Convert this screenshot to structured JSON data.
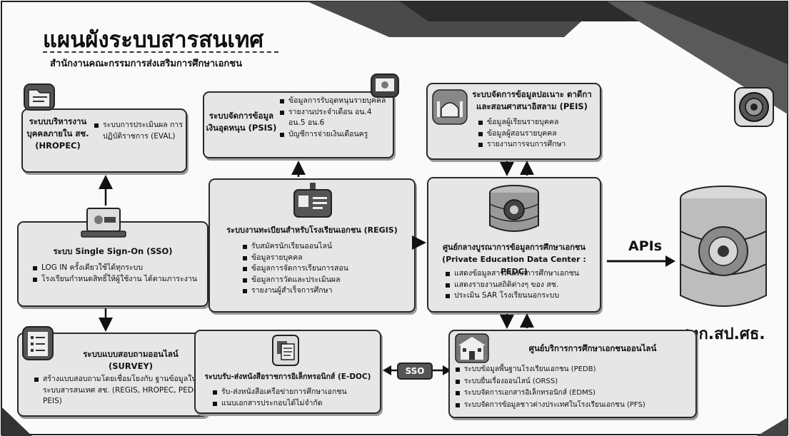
{
  "header": {
    "title": "แผนผังระบบสารสนเทศ",
    "subtitle": "สำนักงานคณะกรรมการส่งเสริมการศึกษาเอกชน"
  },
  "hropec": {
    "title_lines": [
      "ระบบบริหารงาน",
      "บุคคลภายใน สช.",
      "(HROPEC)"
    ],
    "items": [
      "ระบบการประเมินผล การปฏิบัติราชการ (EVAL)"
    ]
  },
  "psis": {
    "title_lines": [
      "ระบบจัดการข้อมูล",
      "เงินอุดหนุน (PSIS)"
    ],
    "items": [
      "ข้อมูลการรับอุดหนุนรายบุคคล",
      "รายงานประจำเดือน อน.4 อน.5 อน.6",
      "บัญชีการจ่ายเงินเดือนครู"
    ]
  },
  "peis": {
    "title_lines": [
      "ระบบจัดการข้อมูลปอเนาะ ตาดีกา",
      "และสอนศาสนาอิสลาม (PEIS)"
    ],
    "items": [
      "ข้อมูลผู้เรียนรายบุคคล",
      "ข้อมูลผู้สอนรายบุคคล",
      "รายงานการจบการศึกษา"
    ]
  },
  "sso": {
    "title": "ระบบ Single Sign-On (SSO)",
    "items": [
      "LOG IN ครั้งเดียวใช้ได้ทุกระบบ",
      "โรงเรียนกำหนดสิทธิ์ให้ผู้ใช้งาน ได้ตามภาระงาน"
    ]
  },
  "regis": {
    "title": "ระบบงานทะเบียนสำหรับโรงเรียนเอกชน (REGIS)",
    "items": [
      "รับสมัครนักเรียนออนไลน์",
      "ข้อมูลรายบุคคล",
      "ข้อมูลการจัดการเรียนการสอน",
      "ข้อมูลการวัดและประเมินผล",
      "รายงานผู้สำเร็จการศึกษา"
    ]
  },
  "pedc": {
    "title_lines": [
      "ศูนย์กลางบูรณาการข้อมูลการศึกษาเอกชน",
      "(Private Education Data Center : PEDC)"
    ],
    "items": [
      "แสดงข้อมูลสารสนเทศการศึกษาเอกชน",
      "แสดงรายงานสถิติต่างๆ ของ สช.",
      "ประเมิน SAR โรงเรียนนอกระบบ"
    ]
  },
  "apis_label": "APIs",
  "database_label": "ศทก.สป.ศธ.",
  "survey": {
    "title_lines": [
      "ระบบแบบสอบถามออนไลน์",
      "(SURVEY)"
    ],
    "items": [
      "สร้างแบบสอบถามโดยเชื่อมโยงกับ ฐานข้อมูลในระบบสารสนเทศ สช. (REGIS, HROPEC, PEDC, PEIS)"
    ]
  },
  "edoc": {
    "title": "ระบบรับ-ส่งหนังสือราชการอิเล็กทรอนิกส์ (E-DOC)",
    "items": [
      "รับ-ส่งหนังสือเครือข่ายการศึกษาเอกชน",
      "แนบเอกสารประกอบได้ไม่จำกัด"
    ]
  },
  "sso_tag": "SSO",
  "service": {
    "title": "ศูนย์บริการการศึกษาเอกชนออนไลน์",
    "items": [
      "ระบบข้อมูลพื้นฐานโรงเรียนเอกชน (PEDB)",
      "ระบบยื่นเรื่องออนไลน์ (ORSS)",
      "ระบบจัดการเอกสารอิเล็กทรอนิกส์ (EDMS)",
      "ระบบจัดการข้อมูลชาวต่างประเทศในโรงเรียนเอกชน (PFS)"
    ]
  },
  "icons": [
    "folder-icon",
    "certificate-icon",
    "mosque-icon",
    "laptop-login-icon",
    "id-card-icon",
    "emblem-database-icon",
    "checklist-icon",
    "document-tablet-icon",
    "school-icon",
    "database-icon",
    "seal-logo-icon"
  ],
  "colors": {
    "box_fill": "#e6e6e6",
    "border": "#2a2a2a",
    "dark_shape": "#3a3a3a"
  }
}
